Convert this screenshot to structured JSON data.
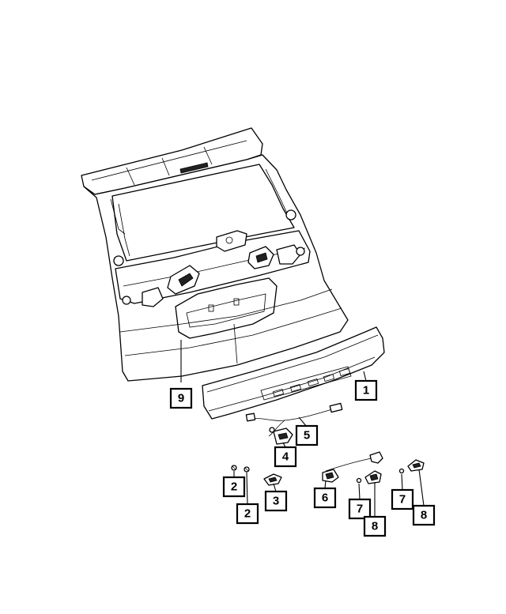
{
  "callouts": [
    {
      "label": "1"
    },
    {
      "label": "2"
    },
    {
      "label": "2"
    },
    {
      "label": "3"
    },
    {
      "label": "4"
    },
    {
      "label": "5"
    },
    {
      "label": "6"
    },
    {
      "label": "7"
    },
    {
      "label": "7"
    },
    {
      "label": "8"
    },
    {
      "label": "8"
    },
    {
      "label": "9"
    }
  ],
  "parts": {
    "liftgate": "liftgate-panel",
    "applique": "liftgate-applique",
    "harness": "wiring-harness",
    "switch": "release-switch",
    "license_lamp": "license-lamp"
  }
}
